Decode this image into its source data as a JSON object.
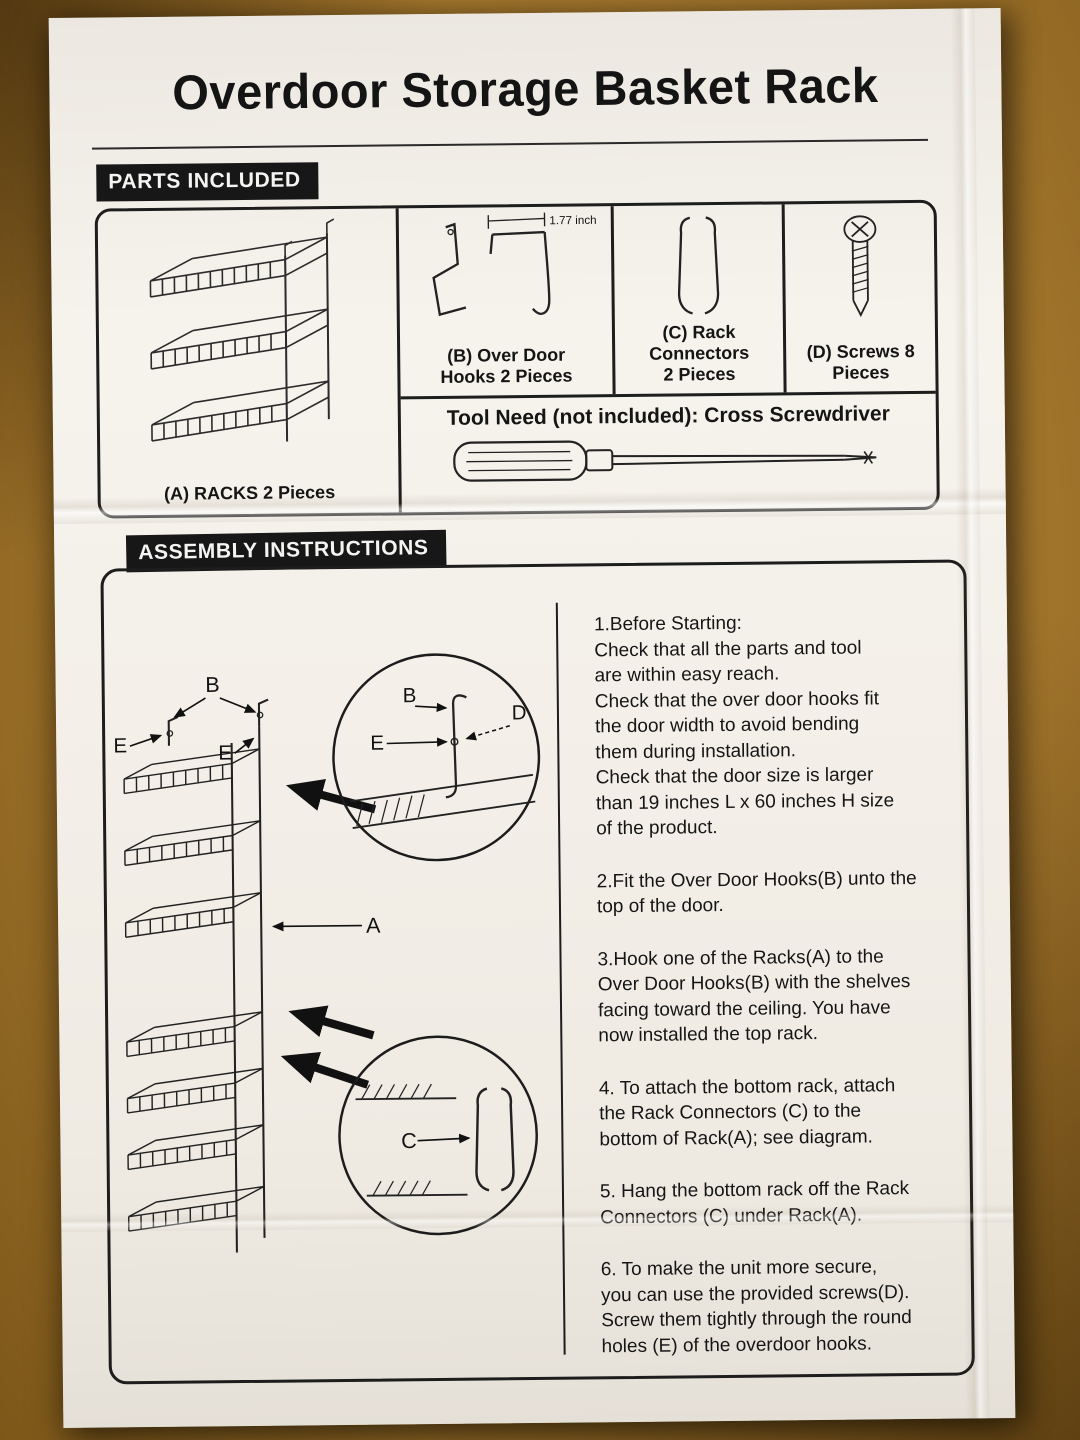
{
  "page": {
    "title": "Overdoor Storage Basket Rack"
  },
  "colors": {
    "paper": "#f3efe8",
    "ink": "#161616",
    "cardboard_background": "#a1742b"
  },
  "parts": {
    "section_label": "PARTS INCLUDED",
    "rack_caption": "(A) RACKS 2 Pieces",
    "hook_dimension": "1.77 inch",
    "hook_caption_line1": "(B) Over Door",
    "hook_caption_line2": "Hooks 2 Pieces",
    "connector_caption_line1": "(C) Rack Connectors",
    "connector_caption_line2": "2 Pieces",
    "screw_caption": "(D) Screws 8 Pieces",
    "tool_caption": "Tool Need (not included): Cross Screwdriver"
  },
  "assembly": {
    "section_label": "ASSEMBLY INSTRUCTIONS",
    "labels": {
      "a": "A",
      "b": "B",
      "c": "C",
      "d": "D",
      "e": "E"
    },
    "steps": [
      {
        "text": "1.Before Starting:\nCheck that all the parts and tool\nare within easy reach.\nCheck that the over door hooks fit\nthe door width to avoid bending\nthem during installation.\nCheck that the door size is larger\nthan 19 inches L x 60 inches H size\nof the product."
      },
      {
        "text": "2.Fit the Over Door Hooks(B) unto the\ntop of the door."
      },
      {
        "text": "3.Hook one of the Racks(A) to the\nOver Door Hooks(B) with the shelves\nfacing toward the ceiling. You have\nnow installed the top rack."
      },
      {
        "text": "4. To attach the bottom rack, attach\nthe Rack Connectors (C) to the\nbottom of Rack(A); see diagram."
      },
      {
        "text": "5. Hang the bottom rack off the Rack\nConnectors (C) under Rack(A)."
      },
      {
        "text": "6. To make the unit more secure,\nyou can use the provided screws(D).\nScrew them tightly through the round\nholes (E)  of the overdoor hooks."
      }
    ]
  }
}
